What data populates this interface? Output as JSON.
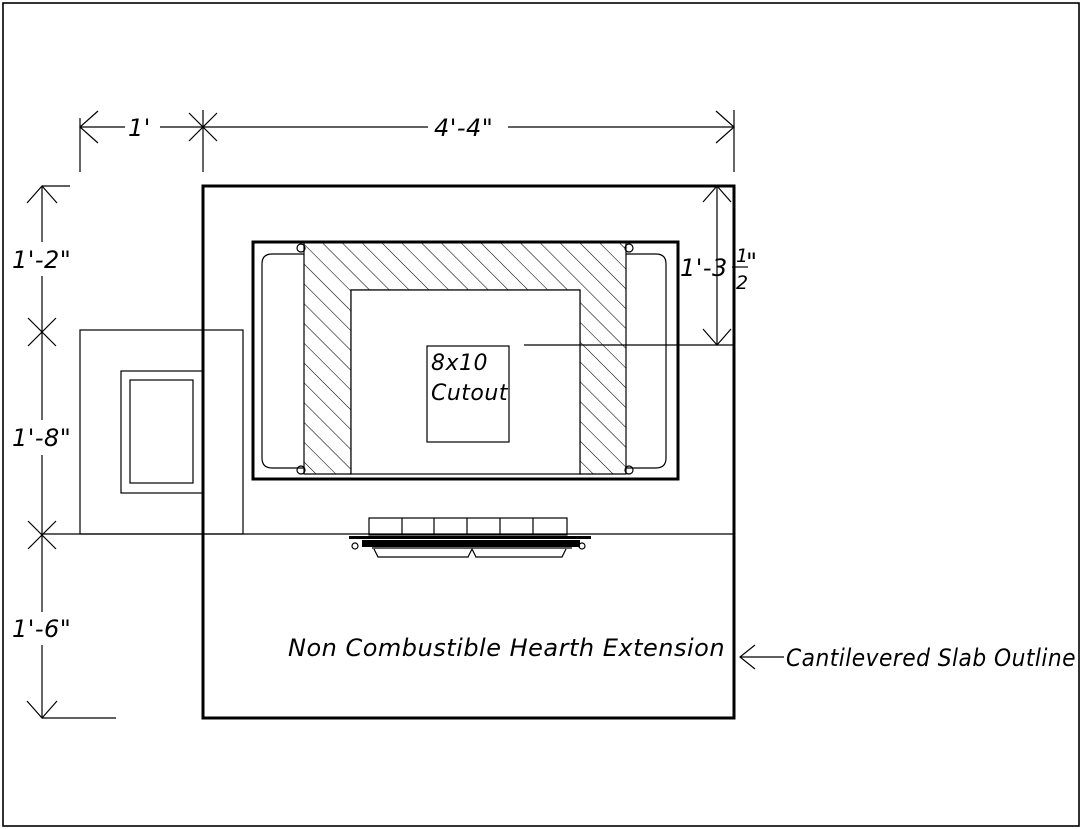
{
  "dimensions": {
    "top_left": "1'",
    "top_main": "4'-4\"",
    "left_top": "1'-2\"",
    "left_middle": "1'-8\"",
    "left_bottom": "1'-6\"",
    "right_prefix": "1'-3",
    "right_frac_num": "1",
    "right_frac_den": "2",
    "right_suffix": "\""
  },
  "labels": {
    "cutout_line1": "8x10",
    "cutout_line2": "Cutout",
    "hearth": "Non Combustible Hearth Extension",
    "slab_outline": "Cantilevered Slab Outline"
  }
}
